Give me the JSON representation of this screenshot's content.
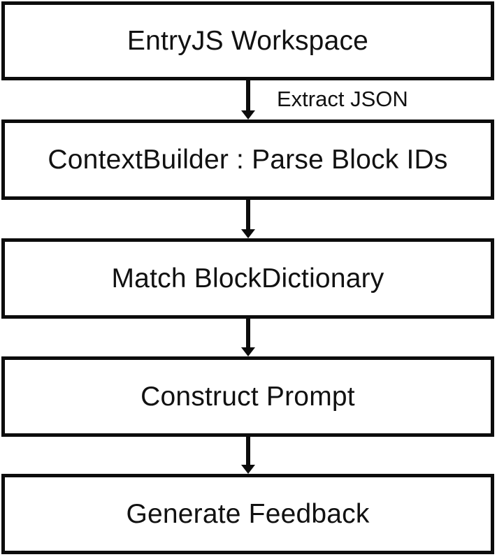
{
  "diagram": {
    "type": "flowchart",
    "direction": "top-to-bottom",
    "colors": {
      "background": "#ffffff",
      "node_border": "#0c0c0c",
      "node_fill": "#ffffff",
      "text": "#111111",
      "arrow": "#0c0c0c"
    },
    "nodes": [
      {
        "id": "entryjs-workspace",
        "label": "EntryJS Workspace"
      },
      {
        "id": "contextbuilder-parse-block-ids",
        "label": "ContextBuilder : Parse Block IDs"
      },
      {
        "id": "match-blockdictionary",
        "label": "Match BlockDictionary"
      },
      {
        "id": "construct-prompt",
        "label": "Construct Prompt"
      },
      {
        "id": "generate-feedback",
        "label": "Generate Feedback"
      }
    ],
    "edges": [
      {
        "from": "entryjs-workspace",
        "to": "contextbuilder-parse-block-ids",
        "label": "Extract JSON"
      },
      {
        "from": "contextbuilder-parse-block-ids",
        "to": "match-blockdictionary",
        "label": ""
      },
      {
        "from": "match-blockdictionary",
        "to": "construct-prompt",
        "label": ""
      },
      {
        "from": "construct-prompt",
        "to": "generate-feedback",
        "label": ""
      }
    ]
  }
}
